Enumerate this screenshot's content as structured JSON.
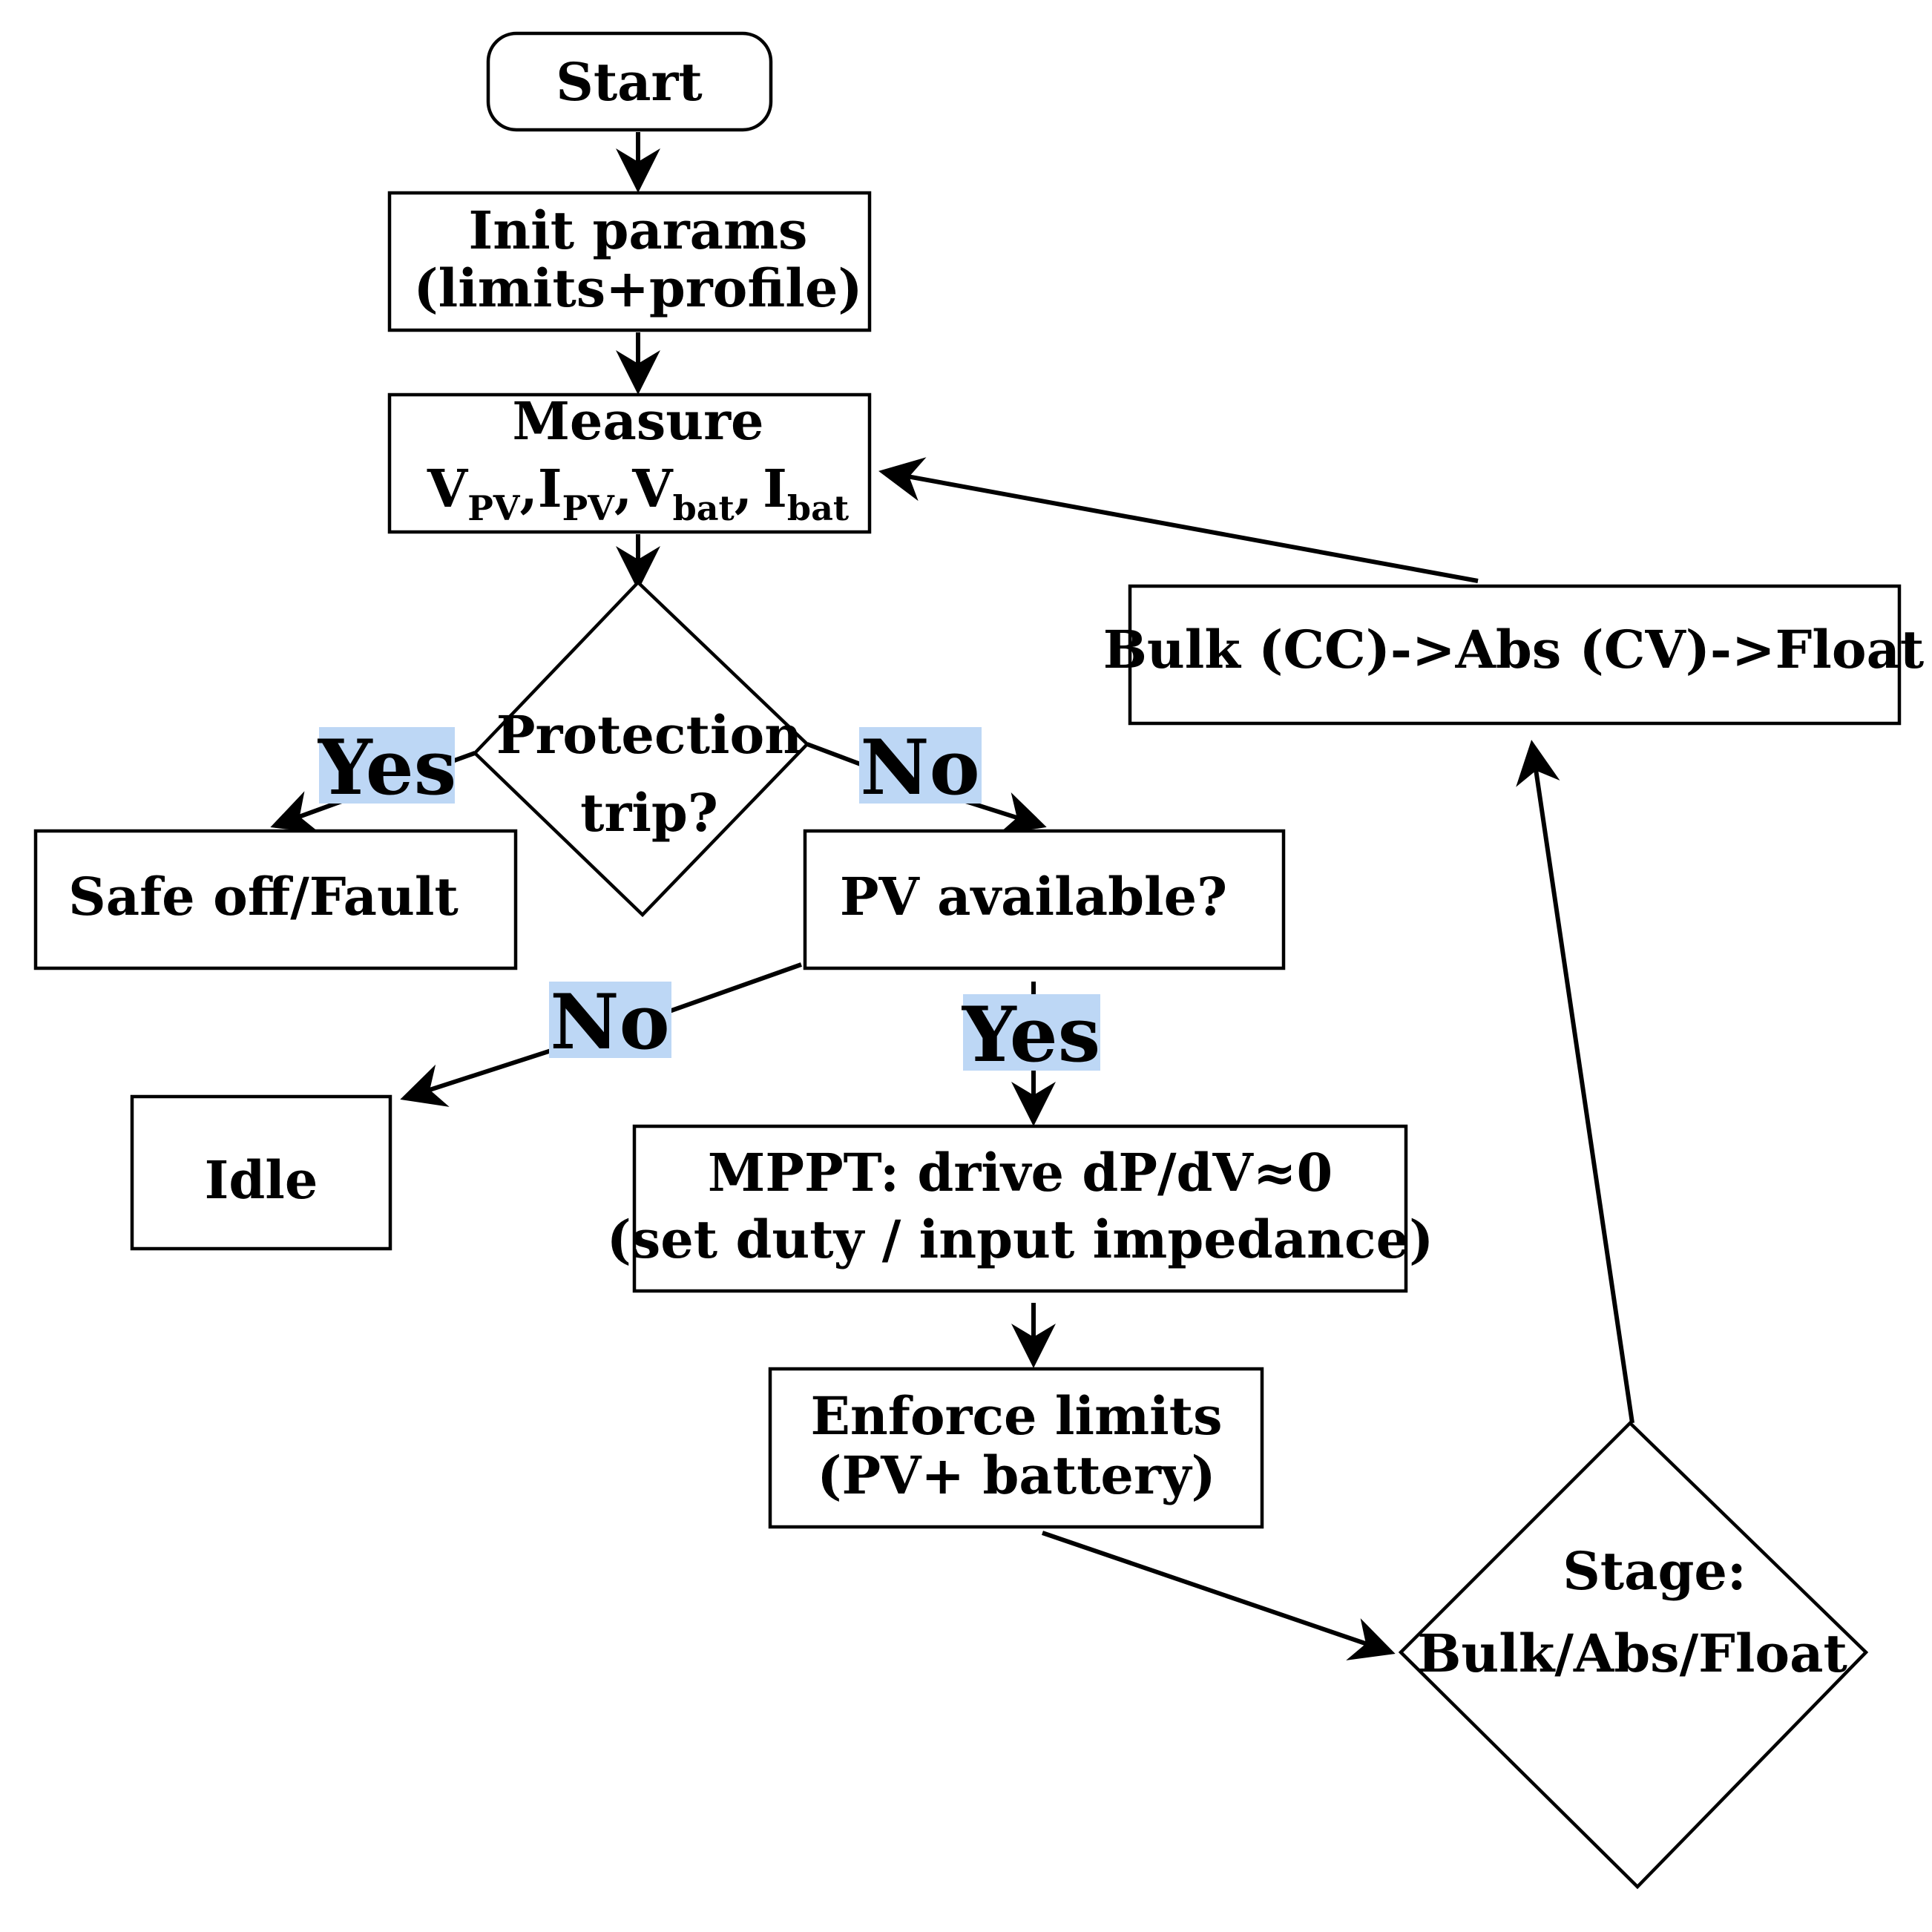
{
  "nodes": {
    "start": {
      "label": "Start"
    },
    "init": {
      "line1": "Init params",
      "line2": "(limits+profile)"
    },
    "measure": {
      "line1": "Measure",
      "v": "V",
      "pv_sub1": "PV",
      "i": "I",
      "pv_sub2": "PV",
      "v2": "V",
      "bat_sub1": "bat",
      "i2": "I",
      "bat_sub2": "bat",
      "sep": ","
    },
    "protection": {
      "line1": "Protection",
      "line2": "trip?"
    },
    "safe_off": {
      "label": "Safe off/Fault"
    },
    "pv_available": {
      "label": "PV available?"
    },
    "idle": {
      "label": "Idle"
    },
    "mppt": {
      "line1": "MPPT: drive dP/dV≈0",
      "line2": "(set duty / input impedance)"
    },
    "enforce": {
      "line1": "Enforce limits",
      "line2": "(PV+ battery)"
    },
    "stage": {
      "line1": "Stage:",
      "line2": "Bulk/Abs/Float"
    },
    "charging": {
      "label": "Bulk (CC)->Abs (CV)->Float"
    }
  },
  "branch_labels": {
    "protection_yes": "Yes",
    "protection_no": "No",
    "pv_no": "No",
    "pv_yes": "Yes"
  },
  "colors": {
    "label_highlight": "#bdd7f5",
    "stroke": "#000000"
  }
}
